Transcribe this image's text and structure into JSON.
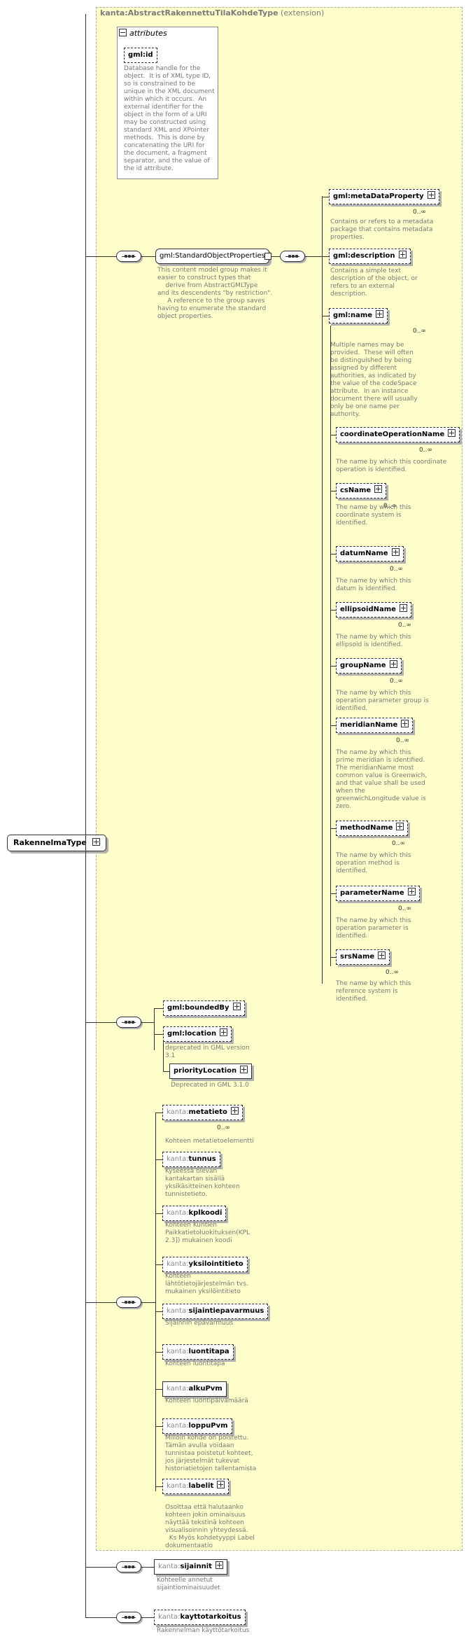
{
  "root": {
    "name": "RakennelmaType"
  },
  "extension": {
    "ns": "kanta:",
    "name": "AbstractRakennettuTilaKohdeType",
    "suffix": "(extension)"
  },
  "attributes": {
    "header": "attributes",
    "items": [
      {
        "name": "gml:id",
        "desc": "Database handle for the\nobject.  It is of XML type ID,\nso is constrained to be\nunique in the XML document\nwithin which it occurs.  An\nexternal identifier for the\nobject in the form of a URI\nmay be constructed using\nstandard XML and XPointer\nmethods.  This is done by\nconcatenating the URI for\nthe document, a fragment\nseparator, and the value of\nthe id attribute."
      }
    ]
  },
  "group_sop": {
    "name": "gml:StandardObjectProperties",
    "desc": "This content model group makes it\neasier to construct types that\n    derive from AbstractGMLType\nand its descendents \"by restriction\".\n     A reference to the group saves\nhaving to enumerate the standard\nobject properties."
  },
  "sop_elements": [
    {
      "name": "gml:metaDataProperty",
      "card": "0..∞",
      "desc": "Contains or refers to a metadata\npackage that contains metadata\nproperties."
    },
    {
      "name": "gml:description",
      "card": "",
      "desc": "Contains a simple text\ndescription of the object, or\nrefers to an external\ndescription."
    },
    {
      "name": "gml:name",
      "card": "0..∞",
      "desc": "Multiple names may be\nprovided.  These will often\nbe distinguished by being\nassigned by different\nauthorities, as indicated by\nthe value of the codeSpace\nattribute.  In an instance\ndocument there will usually\nonly be one name per\nauthority."
    }
  ],
  "name_substitutes": [
    {
      "name": "coordinateOperationName",
      "card": "0..∞",
      "desc": "The name by which this coordinate\noperation is identified."
    },
    {
      "name": "csName",
      "card": "0..∞",
      "desc": "The name by which this\ncoordinate system is\nidentified."
    },
    {
      "name": "datumName",
      "card": "0..∞",
      "desc": "The name by which this\ndatum is identified."
    },
    {
      "name": "ellipsoidName",
      "card": "0..∞",
      "desc": "The name by which this\nellipsoid is identified."
    },
    {
      "name": "groupName",
      "card": "0..∞",
      "desc": "The name by which this\noperation parameter group is\nidentified."
    },
    {
      "name": "meridianName",
      "card": "0..∞",
      "desc": "The name by which this\nprime meridian is identified.\nThe meridianName most\ncommon value is Greenwich,\nand that value shall be used\nwhen the\ngreenwichLongitude value is\nzero."
    },
    {
      "name": "methodName",
      "card": "0..∞",
      "desc": "The name by which this\noperation method is\nidentified."
    },
    {
      "name": "parameterName",
      "card": "0..∞",
      "desc": "The name by which this\noperation parameter is\nidentified."
    },
    {
      "name": "srsName",
      "card": "0..∞",
      "desc": "The name by which this\nreference system is\nidentified."
    }
  ],
  "bounded_seq": [
    {
      "name": "gml:boundedBy",
      "card": "",
      "desc": ""
    },
    {
      "name": "gml:location",
      "card": "",
      "desc": "deprecated in GML version\n3.1"
    },
    {
      "name": "priorityLocation",
      "card": "",
      "desc": "Deprecated in GML 3.1.0"
    }
  ],
  "kanta_seq": [
    {
      "ns": "kanta:",
      "name": "metatieto",
      "card": "0..∞",
      "plus": true,
      "desc": "Kohteen metatietoelementti"
    },
    {
      "ns": "kanta:",
      "name": "tunnus",
      "card": "",
      "plus": false,
      "desc": "Kyseessä olevan\nkantakartan sisällä\nyksikäsitteinen kohteen\ntunnistetieto."
    },
    {
      "ns": "kanta:",
      "name": "kplkoodi",
      "card": "",
      "plus": false,
      "desc": "Kohteen Kuntien\nPaikkatietoluokituksen(KPL\n2.3]) mukainen koodi"
    },
    {
      "ns": "kanta:",
      "name": "yksilointitieto",
      "card": "",
      "plus": false,
      "desc": "Kohteen\nlähtötietojärjestelmän tvs.\nmukainen yksilöintitieto"
    },
    {
      "ns": "kanta:",
      "name": "sijaintiepavarmuus",
      "card": "",
      "plus": false,
      "desc": "Sijainnin epävarmuus"
    },
    {
      "ns": "kanta:",
      "name": "luontitapa",
      "card": "",
      "plus": false,
      "desc": "Kohteen luontitapa"
    },
    {
      "ns": "kanta:",
      "name": "alkuPvm",
      "card": "",
      "plus": false,
      "desc": "Kohteen luontipäivämäärä"
    },
    {
      "ns": "kanta:",
      "name": "loppuPvm",
      "card": "",
      "plus": false,
      "desc": "Milloin kohde on poistettu.\nTämän avulla voidaan\ntunnistaa poistetut kohteet,\njos järjestelmät tukevat\nhistoriatietojen tallentamista"
    },
    {
      "ns": "kanta:",
      "name": "labelit",
      "card": "",
      "plus": true,
      "desc": "Osoittaa että halutaanko\nkohteen jokin ominaisuus\nnäyttää tekstinä kohteen\nvisualisoinnin yhteydessä.\n  Ks Myös kohdetyyppi Label\ndokumentaatio"
    }
  ],
  "sijainnit": {
    "ns": "kanta:",
    "name": "sijainnit",
    "desc": "Kohteelle annetut\nsijaintiominaisuudet"
  },
  "kayttotarkoitus": {
    "ns": "kanta:",
    "name": "kayttotarkoitus",
    "desc": "Rakennelman käyttötarkoitus"
  }
}
